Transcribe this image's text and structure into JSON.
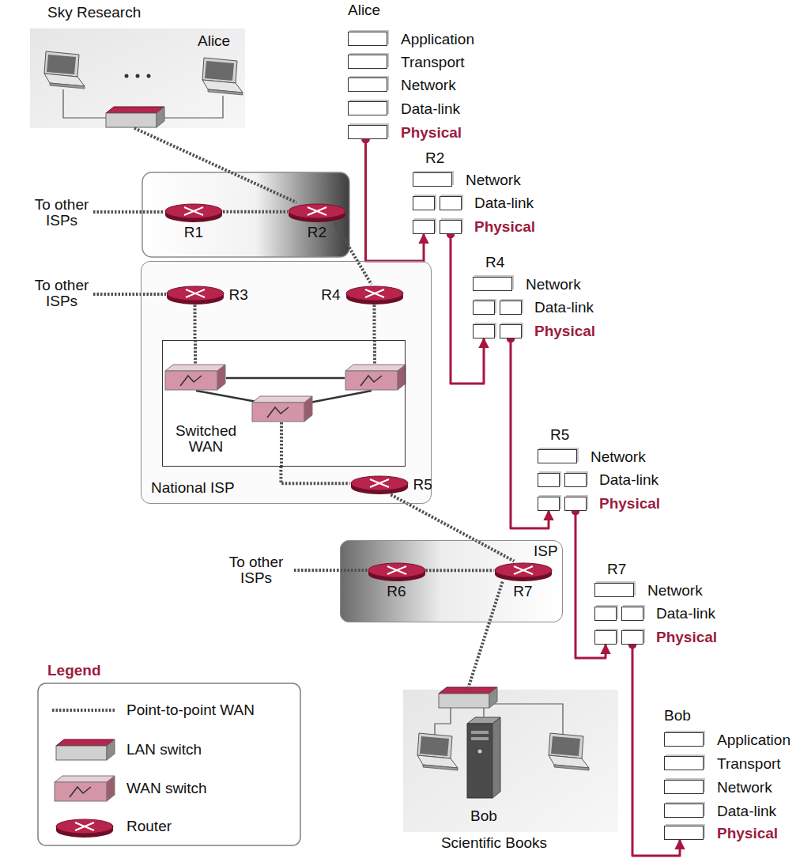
{
  "diagram": {
    "nodes": [
      {
        "text": [
          "Sky Research",
          "Alice"
        ]
      },
      {
        "text": [
          "Application"
        ]
      },
      {
        "text": [
          "Transport"
        ]
      },
      {
        "text": [
          "Network"
        ]
      },
      {
        "text": [
          "Data-link"
        ]
      },
      {
        "text": [
          "Physical"
        ]
      },
      {
        "text": [
          "R1"
        ]
      },
      {
        "text": [
          "R2"
        ]
      },
      {
        "text": [
          "Network"
        ]
      },
      {
        "text": [
          "Data-link"
        ]
      },
      {
        "text": [
          "Physical"
        ]
      },
      {
        "text": [
          "National ISP"
        ]
      },
      {
        "text": [
          "R3"
        ],
        "in": 11
      },
      {
        "text": [
          "R4"
        ],
        "in": 11
      },
      {
        "text": [
          "Network"
        ]
      },
      {
        "text": [
          "Data-link"
        ]
      },
      {
        "text": [
          "Physical"
        ]
      },
      {
        "text": [
          "Switched WAN"
        ],
        "in": 11
      },
      {
        "text": [
          "R5"
        ],
        "in": 11
      },
      {
        "text": [
          "Network"
        ]
      },
      {
        "text": [
          "Data-link"
        ]
      },
      {
        "text": [
          "Physical"
        ]
      },
      {
        "text": [
          "ISP"
        ]
      },
      {
        "text": [
          "R6"
        ],
        "in": 22
      },
      {
        "text": [
          "R7"
        ],
        "in": 22
      },
      {
        "text": [
          "Network"
        ]
      },
      {
        "text": [
          "Data-link"
        ]
      },
      {
        "text": [
          "Physical"
        ]
      },
      {
        "text": [
          "Bob",
          "Scientific Books"
        ]
      },
      {
        "text": [
          "Application"
        ]
      },
      {
        "text": [
          "Transport"
        ]
      },
      {
        "text": [
          "Network"
        ]
      },
      {
        "text": [
          "Data-link"
        ]
      },
      {
        "text": [
          "Physical"
        ]
      }
    ],
    "edges": [
      {
        "from": 0,
        "to": 7,
        "arrow": "none"
      },
      {
        "from": 6,
        "to": 7,
        "arrow": "none"
      },
      {
        "from": 7,
        "to": 13,
        "arrow": "none"
      },
      {
        "from": 12,
        "to": 17,
        "arrow": "none"
      },
      {
        "from": 13,
        "to": 17,
        "arrow": "none"
      },
      {
        "from": 17,
        "to": 18,
        "arrow": "none"
      },
      {
        "from": 18,
        "to": 24,
        "arrow": "none"
      },
      {
        "from": 23,
        "to": 24,
        "arrow": "none"
      },
      {
        "from": 24,
        "to": 28,
        "arrow": "none"
      },
      {
        "from": 5,
        "to": 10,
        "arrow": "to"
      },
      {
        "from": 10,
        "to": 16,
        "arrow": "to"
      },
      {
        "from": 16,
        "to": 21,
        "arrow": "to"
      },
      {
        "from": 21,
        "to": 27,
        "arrow": "to"
      },
      {
        "from": 27,
        "to": 33,
        "arrow": "to"
      }
    ],
    "labels": [
      "Alice",
      "R2",
      "R4",
      "R5",
      "R7",
      "Bob",
      "To other ISPs",
      "To other ISPs",
      "To other ISPs",
      "Legend"
    ],
    "legend": [
      {
        "text": "Point-to-point WAN"
      },
      {
        "text": "LAN switch"
      },
      {
        "text": "WAN switch"
      },
      {
        "text": "Router"
      }
    ]
  }
}
